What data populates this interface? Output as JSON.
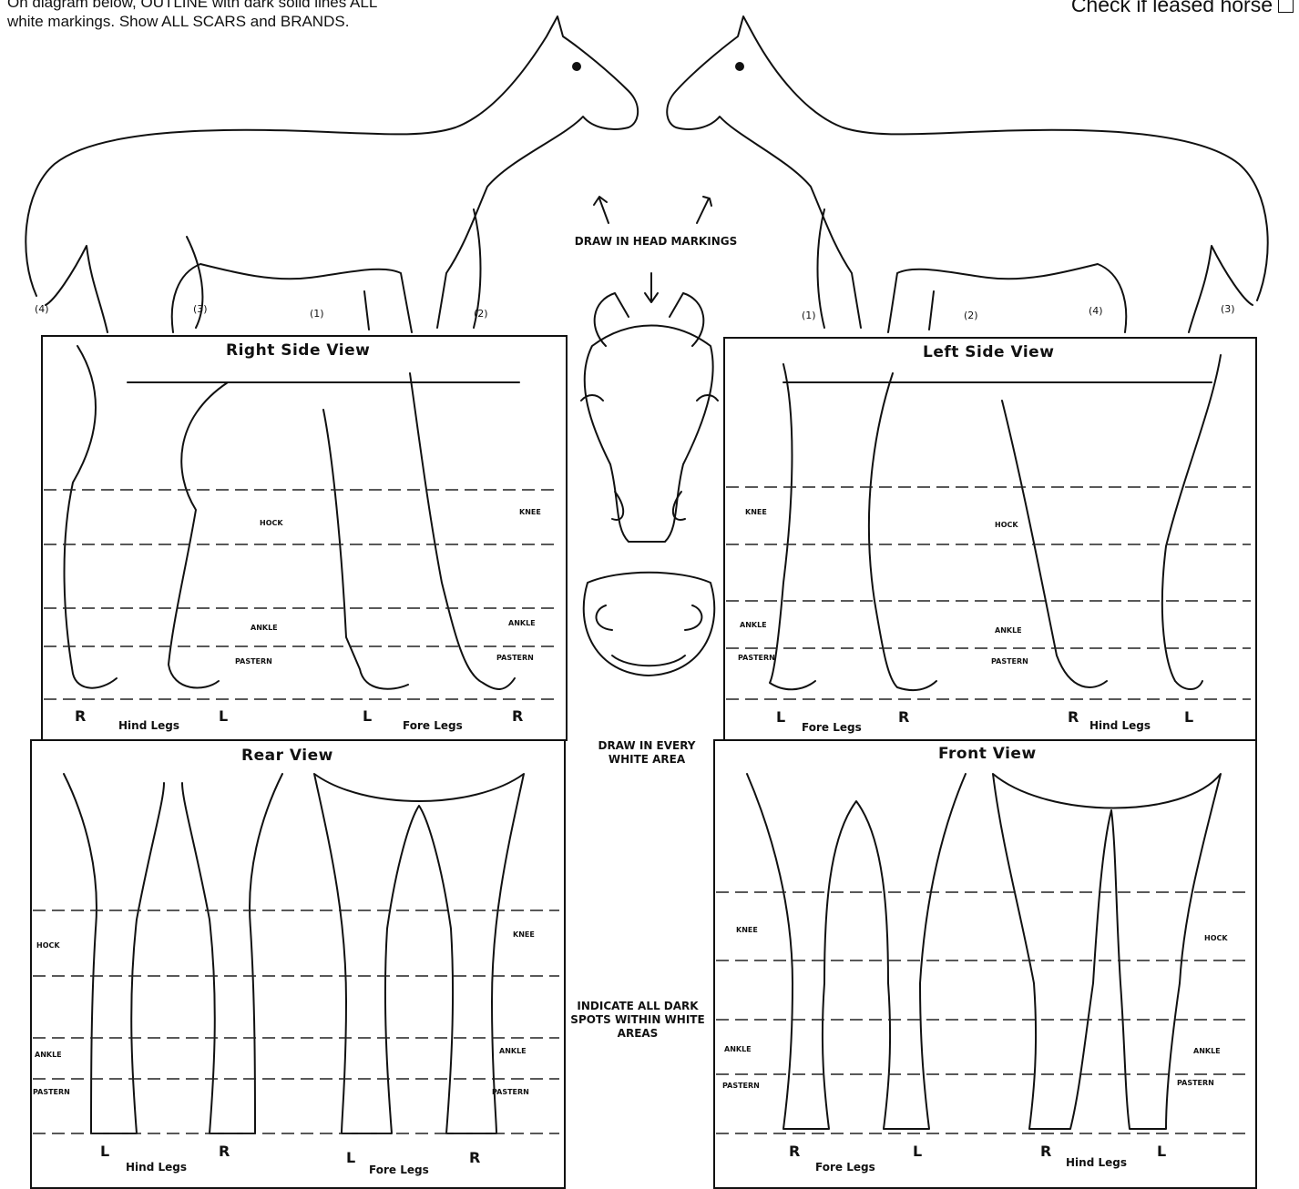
{
  "instructions": {
    "top_left": "On diagram below, OUTLINE with dark solid lines ALL white markings. Show ALL SCARS and BRANDS.",
    "leased": "Check if leased horse"
  },
  "center": {
    "head_markings": "DRAW IN HEAD MARKINGS",
    "white_area": "DRAW IN EVERY WHITE AREA",
    "dark_spots": "INDICATE ALL DARK SPOTS WITHIN WHITE AREAS"
  },
  "horse_left_numbers": [
    "(4)",
    "(3)",
    "(1)",
    "(2)"
  ],
  "horse_right_numbers": [
    "(1)",
    "(2)",
    "(4)",
    "(3)"
  ],
  "panels": {
    "right_side": {
      "title": "Right Side View",
      "hind_caption": "Hind Legs",
      "hind_left": "R",
      "hind_right": "L",
      "fore_caption": "Fore Legs",
      "fore_left": "L",
      "fore_right": "R",
      "hock": "HOCK",
      "knee": "KNEE",
      "ankle": "ANKLE",
      "pastern": "PASTERN"
    },
    "left_side": {
      "title": "Left Side View",
      "fore_caption": "Fore Legs",
      "fore_left": "L",
      "fore_right": "R",
      "hind_caption": "Hind Legs",
      "hind_left": "R",
      "hind_right": "L",
      "hock": "HOCK",
      "knee": "KNEE",
      "ankle": "ANKLE",
      "pastern": "PASTERN"
    },
    "rear": {
      "title": "Rear View",
      "hind_caption": "Hind Legs",
      "hind_left": "L",
      "hind_right": "R",
      "fore_caption": "Fore Legs",
      "fore_left": "L",
      "fore_right": "R",
      "hock": "HOCK",
      "knee": "KNEE",
      "ankle": "ANKLE",
      "pastern": "PASTERN"
    },
    "front": {
      "title": "Front View",
      "fore_caption": "Fore Legs",
      "fore_left": "R",
      "fore_right": "L",
      "hind_caption": "Hind Legs",
      "hind_left": "R",
      "hind_right": "L",
      "hock": "HOCK",
      "knee": "KNEE",
      "ankle": "ANKLE",
      "pastern": "PASTERN"
    }
  }
}
